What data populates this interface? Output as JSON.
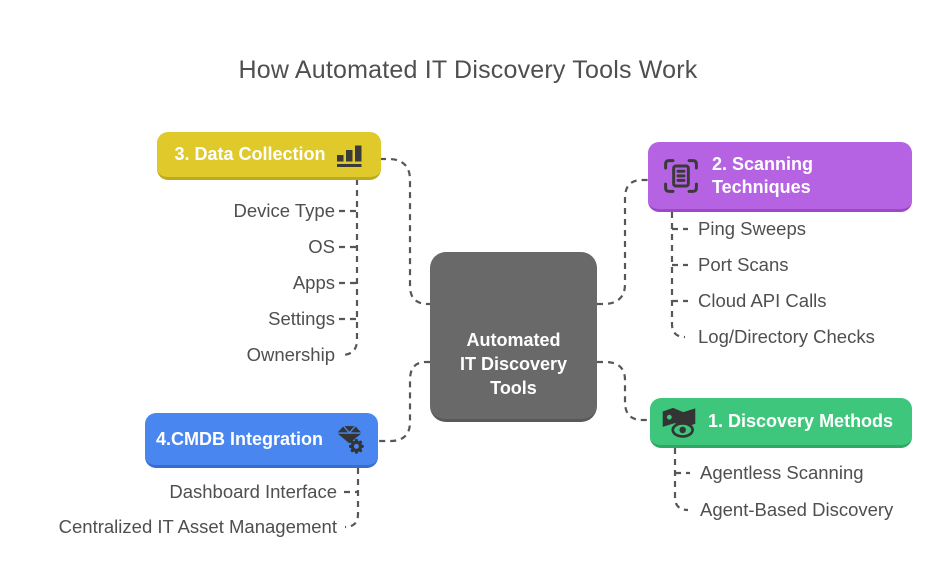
{
  "title": "How Automated IT Discovery Tools Work",
  "colors": {
    "green": "#3ec77c",
    "purple": "#b563e2",
    "yellow": "#dfc92b",
    "blue": "#4a86ef",
    "center_gray": "#696969",
    "connector_gray": "#575757",
    "label_gray": "#4f4f4f"
  },
  "center": {
    "lines": [
      "Automated",
      "IT Discovery",
      "Tools"
    ]
  },
  "branches": [
    {
      "id": "discovery-methods",
      "label": "1. Discovery Methods",
      "icon": "map-eye-icon",
      "color": "#3ec77c",
      "items": [
        "Agentless Scanning",
        "Agent-Based Discovery"
      ]
    },
    {
      "id": "scanning-techniques",
      "label": "2. Scanning Techniques",
      "icon": "document-scan-icon",
      "color": "#b563e2",
      "items": [
        "Ping Sweeps",
        "Port Scans",
        "Cloud API Calls",
        "Log/Directory Checks"
      ]
    },
    {
      "id": "data-collection",
      "label": "3. Data Collection",
      "icon": "bar-chart-icon",
      "color": "#dfc92b",
      "items": [
        "Device Type",
        "OS",
        "Apps",
        "Settings",
        "Ownership"
      ]
    },
    {
      "id": "cmdb-integration",
      "label": "4.CMDB Integration",
      "icon": "gem-gear-icon",
      "color": "#4a86ef",
      "items": [
        "Dashboard Interface",
        "Centralized IT Asset Management"
      ]
    }
  ]
}
